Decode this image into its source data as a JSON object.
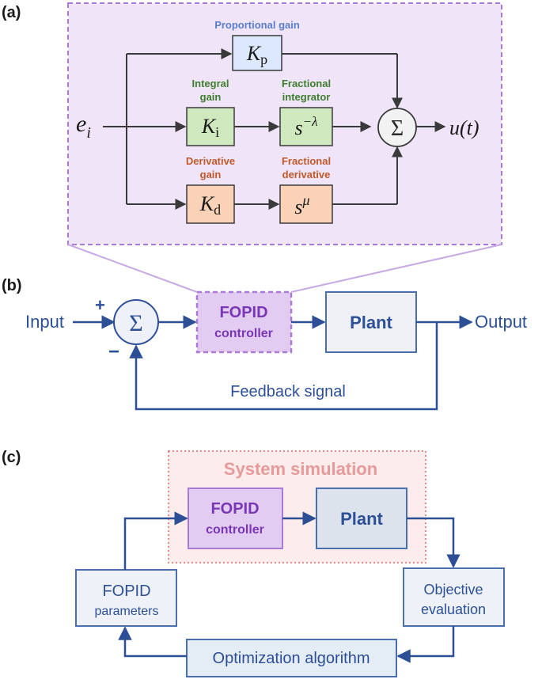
{
  "panel_a": {
    "label": "(a)",
    "input_symbol": "e",
    "input_subscript": "i",
    "proportional_gain_label": "Proportional gain",
    "integral_gain_label_1": "Integral",
    "integral_gain_label_2": "gain",
    "fractional_integrator_label_1": "Fractional",
    "fractional_integrator_label_2": "integrator",
    "derivative_gain_label_1": "Derivative",
    "derivative_gain_label_2": "gain",
    "fractional_derivative_label_1": "Fractional",
    "fractional_derivative_label_2": "derivative",
    "kp_symbol": "K",
    "kp_subscript": "p",
    "ki_symbol": "K",
    "ki_subscript": "i",
    "kd_symbol": "K",
    "kd_subscript": "d",
    "integrator_base": "s",
    "integrator_exponent": "−λ",
    "derivative_base": "s",
    "derivative_exponent": "μ",
    "sum_symbol": "Σ",
    "output_label": "u(t)"
  },
  "panel_b": {
    "label": "(b)",
    "input_label": "Input",
    "plus_sign": "+",
    "minus_sign": "−",
    "sum_symbol": "Σ",
    "controller_line1": "FOPID",
    "controller_line2": "controller",
    "plant_label": "Plant",
    "output_label": "Output",
    "feedback_label": "Feedback signal"
  },
  "panel_c": {
    "label": "(c)",
    "simulation_title": "System simulation",
    "controller_line1": "FOPID",
    "controller_line2": "controller",
    "plant_label": "Plant",
    "params_line1": "FOPID",
    "params_line2": "parameters",
    "objective_line1": "Objective",
    "objective_line2": "evaluation",
    "optimization_label": "Optimization algorithm"
  },
  "colors": {
    "flow_blue": "#2c4f96",
    "arrow_dark": "#3a3a3a",
    "purple_border": "#a97ad6",
    "purple_fill": "#efe4f8",
    "purple_text": "#7a37b5",
    "proportional_text": "#5b7fcc",
    "proportional_fill": "#dce8fb",
    "integral_text": "#3f7d2e",
    "integral_fill": "#cfe8bd",
    "derivative_text": "#c0592a",
    "derivative_fill": "#f9d2b8",
    "sim_border": "#e38a8a",
    "sim_fill": "#fcecec",
    "sim_text": "#e79a9a",
    "box_fill": "#eef2f8",
    "box_border": "#4a6fae"
  }
}
